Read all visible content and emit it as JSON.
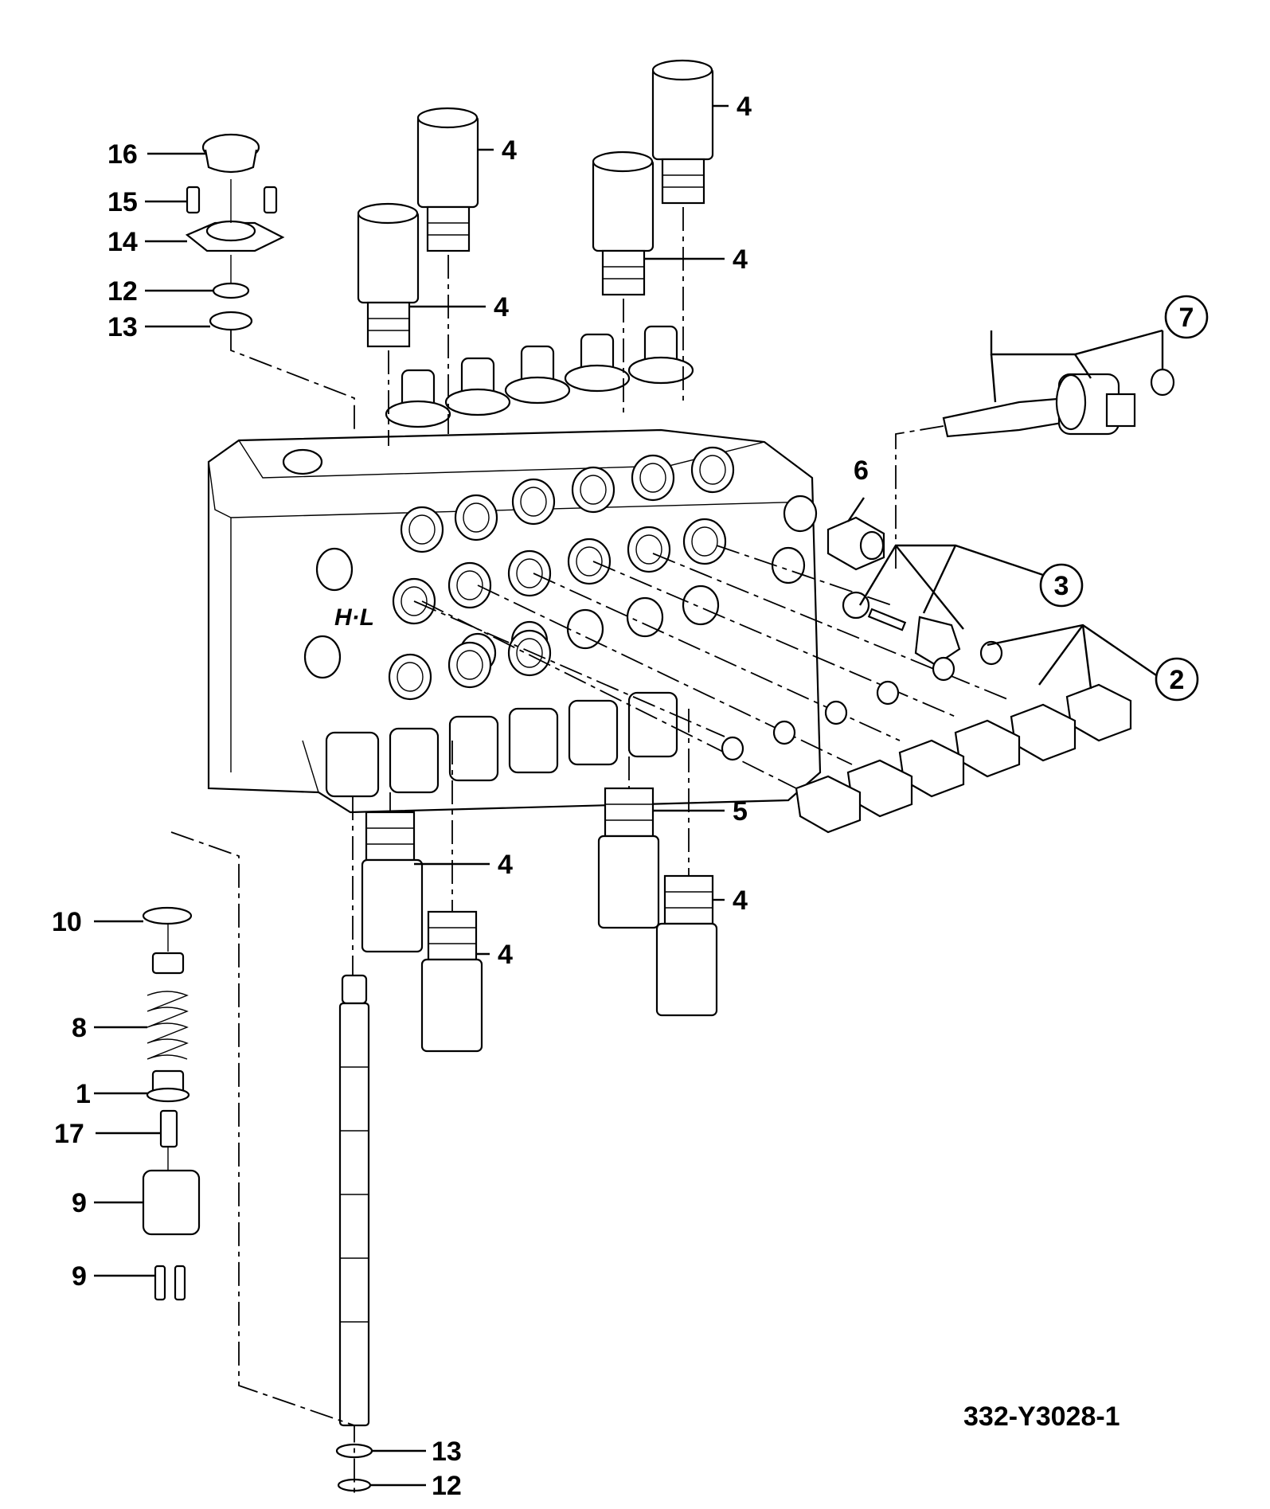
{
  "drawing_number": "332-Y3028-1",
  "callouts": [
    {
      "id": "c16a",
      "text": "16"
    },
    {
      "id": "c15a",
      "text": "15"
    },
    {
      "id": "c14a",
      "text": "14"
    },
    {
      "id": "c12a",
      "text": "12"
    },
    {
      "id": "c13a",
      "text": "13"
    },
    {
      "id": "c4a",
      "text": "4"
    },
    {
      "id": "c4b",
      "text": "4"
    },
    {
      "id": "c4c",
      "text": "4"
    },
    {
      "id": "c4d",
      "text": "4"
    },
    {
      "id": "c7",
      "text": "7"
    },
    {
      "id": "c6",
      "text": "6"
    },
    {
      "id": "c3",
      "text": "3"
    },
    {
      "id": "c2",
      "text": "2"
    },
    {
      "id": "c5",
      "text": "5"
    },
    {
      "id": "c4e",
      "text": "4"
    },
    {
      "id": "c4f",
      "text": "4"
    },
    {
      "id": "c4g",
      "text": "4"
    },
    {
      "id": "c10",
      "text": "10"
    },
    {
      "id": "c8",
      "text": "8"
    },
    {
      "id": "c1",
      "text": "1"
    },
    {
      "id": "c17",
      "text": "17"
    },
    {
      "id": "c9a",
      "text": "9"
    },
    {
      "id": "c9b",
      "text": "9"
    },
    {
      "id": "c13b",
      "text": "13"
    },
    {
      "id": "c12b",
      "text": "12"
    }
  ]
}
